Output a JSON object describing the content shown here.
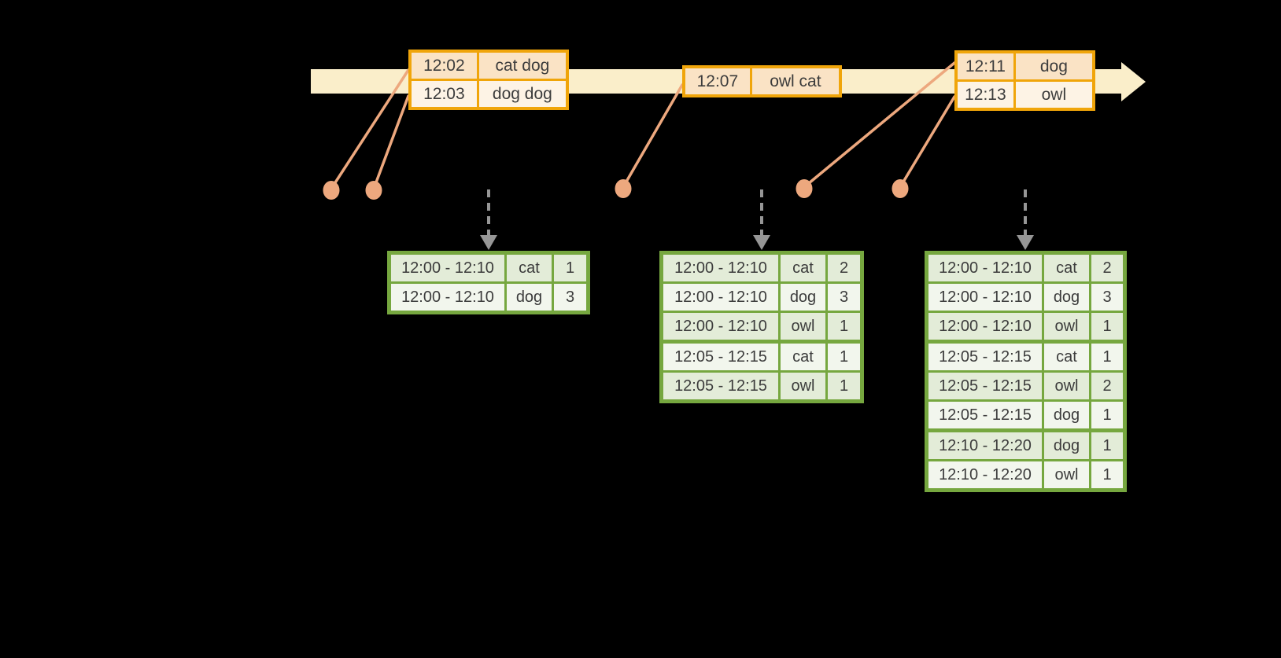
{
  "colors": {
    "band": "#FAEECA",
    "gold": "#F0A50A",
    "peachDark": "#FAE3C5",
    "peachLight": "#FDF3E5",
    "salmon": "#EDA87E",
    "green": "#76A73F",
    "greenRowDark": "#E3ECD8",
    "greenRowLight": "#F2F6ED",
    "arrowGray": "#969696",
    "ink": "#3C3C3C",
    "background": "#000000"
  },
  "icons": {
    "timeline-arrow": "right-pointing-cream-arrow-band",
    "trigger-arrow": "gray-dashed-down-arrow",
    "event-dot": "salmon-filled-circle",
    "event-connector-line": "salmon-line"
  },
  "event_tables": [
    {
      "rows": [
        {
          "time": "12:02",
          "words": "cat dog"
        },
        {
          "time": "12:03",
          "words": "dog dog"
        }
      ]
    },
    {
      "rows": [
        {
          "time": "12:07",
          "words": "owl cat"
        }
      ]
    },
    {
      "rows": [
        {
          "time": "12:11",
          "words": "dog"
        },
        {
          "time": "12:13",
          "words": "owl"
        }
      ]
    }
  ],
  "result_tables": [
    {
      "rows": [
        {
          "window": "12:00 - 12:10",
          "word": "cat",
          "count": "1",
          "new_window": false
        },
        {
          "window": "12:00 - 12:10",
          "word": "dog",
          "count": "3",
          "new_window": false
        }
      ]
    },
    {
      "rows": [
        {
          "window": "12:00 - 12:10",
          "word": "cat",
          "count": "2",
          "new_window": false
        },
        {
          "window": "12:00 - 12:10",
          "word": "dog",
          "count": "3",
          "new_window": false
        },
        {
          "window": "12:00 - 12:10",
          "word": "owl",
          "count": "1",
          "new_window": false
        },
        {
          "window": "12:05 - 12:15",
          "word": "cat",
          "count": "1",
          "new_window": true
        },
        {
          "window": "12:05 - 12:15",
          "word": "owl",
          "count": "1",
          "new_window": false
        }
      ]
    },
    {
      "rows": [
        {
          "window": "12:00 - 12:10",
          "word": "cat",
          "count": "2",
          "new_window": false
        },
        {
          "window": "12:00 - 12:10",
          "word": "dog",
          "count": "3",
          "new_window": false
        },
        {
          "window": "12:00 - 12:10",
          "word": "owl",
          "count": "1",
          "new_window": false
        },
        {
          "window": "12:05 - 12:15",
          "word": "cat",
          "count": "1",
          "new_window": true
        },
        {
          "window": "12:05 - 12:15",
          "word": "owl",
          "count": "2",
          "new_window": false
        },
        {
          "window": "12:05 - 12:15",
          "word": "dog",
          "count": "1",
          "new_window": false
        },
        {
          "window": "12:10 - 12:20",
          "word": "dog",
          "count": "1",
          "new_window": true
        },
        {
          "window": "12:10 - 12:20",
          "word": "owl",
          "count": "1",
          "new_window": false
        }
      ]
    }
  ]
}
